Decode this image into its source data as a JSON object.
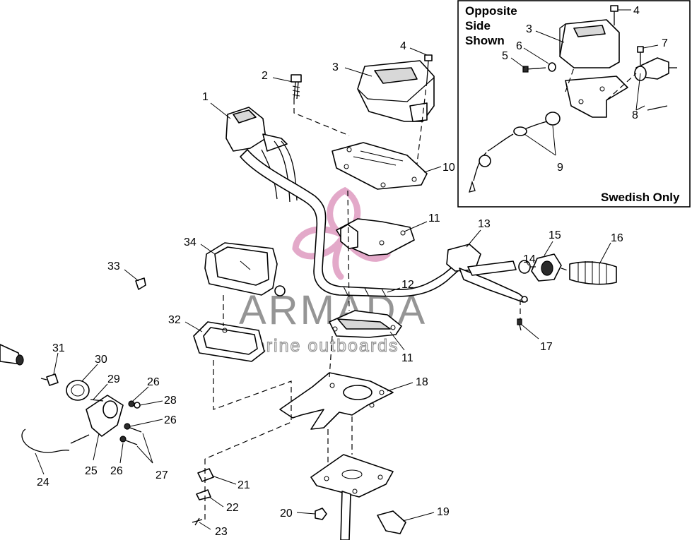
{
  "inset": {
    "heading_lines": [
      "Opposite",
      "Side",
      "Shown"
    ],
    "footer": "Swedish Only",
    "labels": [
      "4",
      "3",
      "6",
      "5",
      "7",
      "8",
      "9"
    ]
  },
  "callouts": [
    "1",
    "2",
    "3",
    "4",
    "10",
    "11",
    "12",
    "11",
    "13",
    "14",
    "15",
    "16",
    "17",
    "33",
    "34",
    "32",
    "18",
    "31",
    "30",
    "29",
    "26",
    "28",
    "26",
    "26",
    "27",
    "25",
    "24",
    "21",
    "22",
    "23",
    "20",
    "19"
  ],
  "watermark": {
    "brand": "ARMADA",
    "tagline": "marine outboards"
  }
}
